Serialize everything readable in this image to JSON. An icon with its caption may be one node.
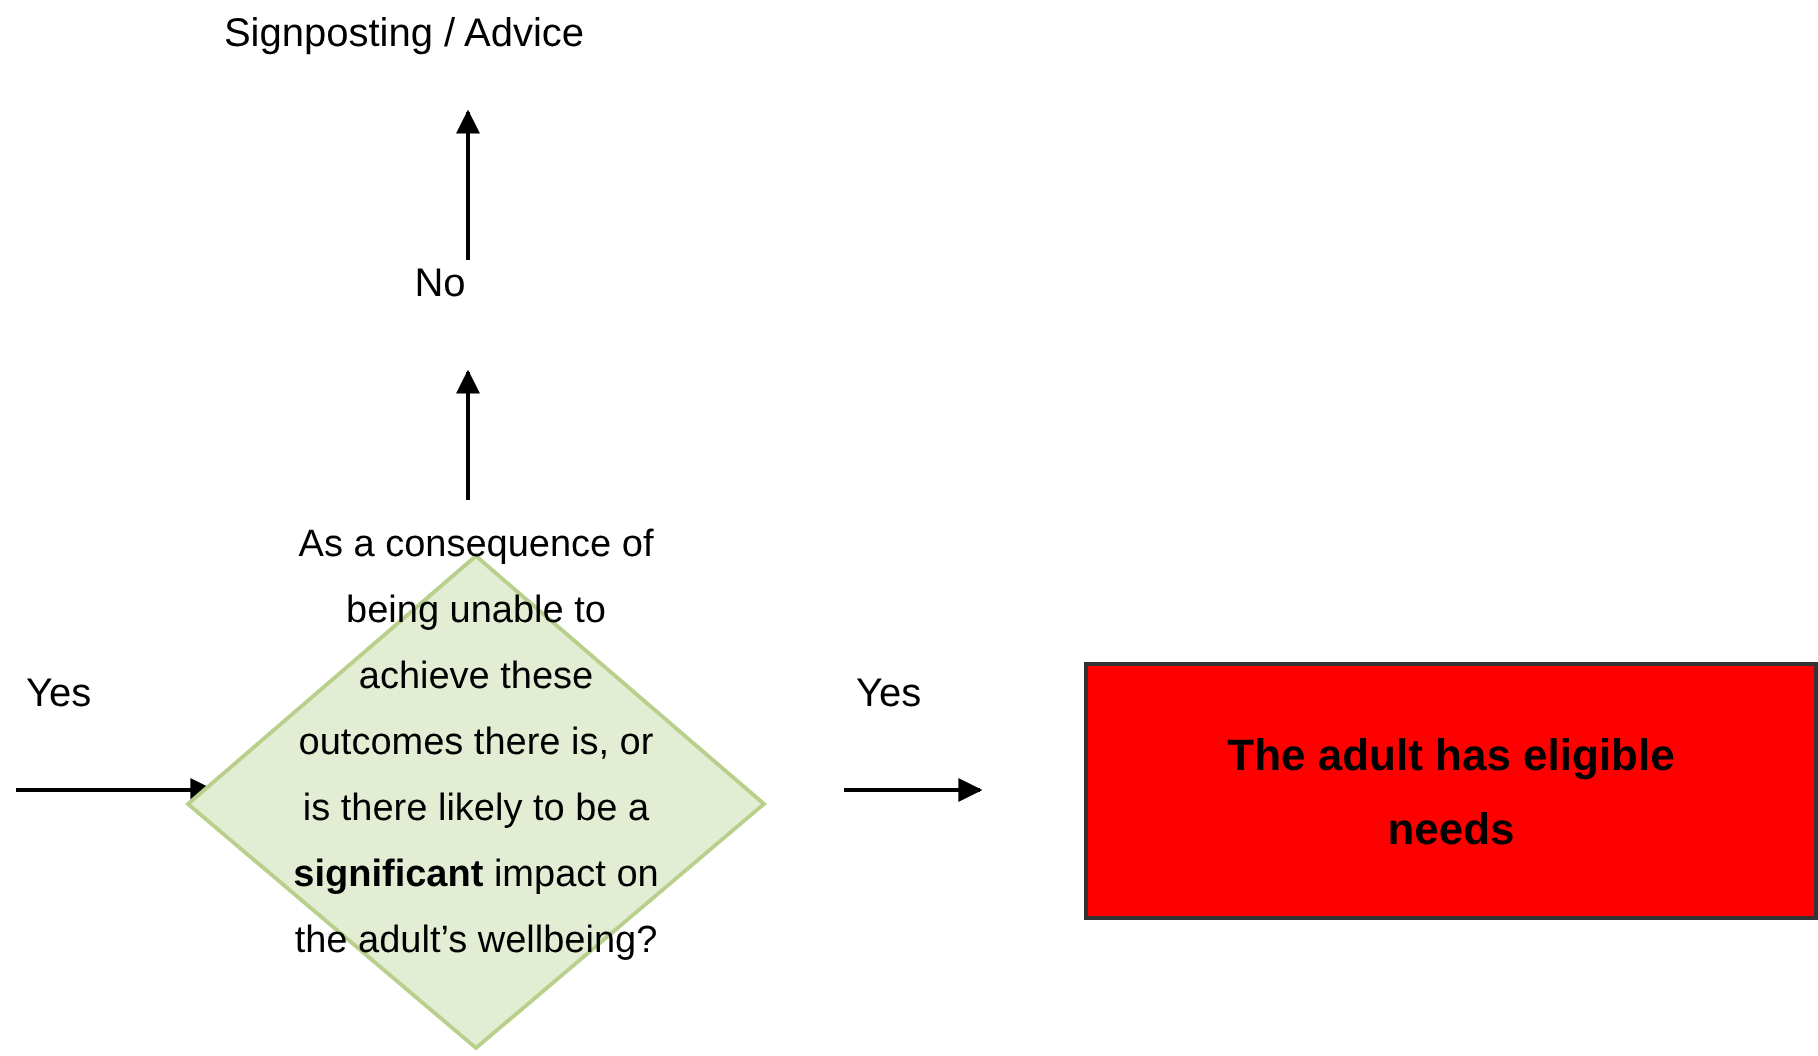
{
  "diagram": {
    "nodes": [
      {
        "text": [
          "Signposting / Advice"
        ]
      },
      {
        "text": [
          "No"
        ]
      },
      {
        "text": [
          "As a consequence of being unable to achieve these outcomes there is, or is there likely to be a **significant** impact on the adult’s wellbeing?"
        ]
      },
      {
        "text": [
          "The adult has eligible needs"
        ]
      }
    ],
    "edges": [
      {
        "from": 2,
        "to": 1,
        "arrow": "to"
      },
      {
        "from": 1,
        "to": 0,
        "arrow": "to"
      },
      {
        "from": null,
        "to": 2,
        "arrow": "to",
        "label": "Yes"
      },
      {
        "from": 2,
        "to": 3,
        "arrow": "to",
        "label": "Yes"
      }
    ]
  }
}
